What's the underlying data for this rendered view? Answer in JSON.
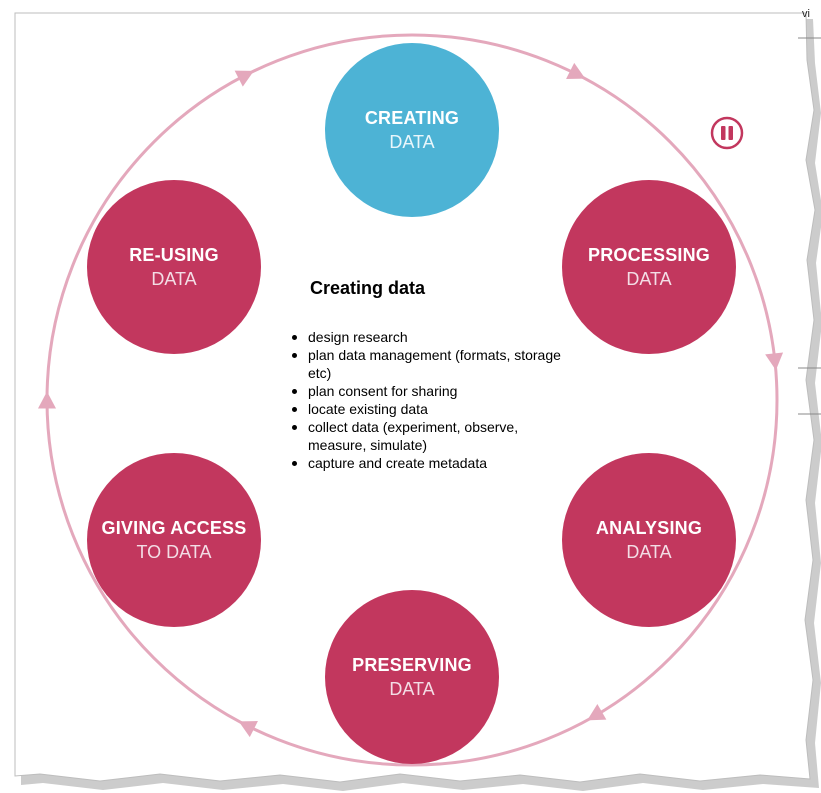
{
  "diagram": {
    "title": "",
    "colors": {
      "ring": "#e4a8bc",
      "active_stage": "#4db3d5",
      "inactive_stage": "#c2375e",
      "pause_icon": "#c2375e"
    },
    "stages": [
      {
        "id": "creating",
        "title": "CREATING",
        "subtitle": "DATA",
        "active": true
      },
      {
        "id": "processing",
        "title": "PROCESSING",
        "subtitle": "DATA",
        "active": false
      },
      {
        "id": "analysing",
        "title": "ANALYSING",
        "subtitle": "DATA",
        "active": false
      },
      {
        "id": "preserving",
        "title": "PRESERVING",
        "subtitle": "DATA",
        "active": false
      },
      {
        "id": "giving-access",
        "title": "GIVING ACCESS",
        "subtitle": "TO DATA",
        "active": false
      },
      {
        "id": "re-using",
        "title": "RE-USING",
        "subtitle": "DATA",
        "active": false
      }
    ],
    "selected_panel": {
      "title": "Creating data",
      "items": [
        "design research",
        "plan data management (formats, storage etc)",
        "plan consent for sharing",
        "locate existing data",
        "collect data (experiment, observe, measure, simulate)",
        "capture and create metadata"
      ]
    },
    "pause_icon": "pause-icon",
    "side_header_text": "vi"
  }
}
